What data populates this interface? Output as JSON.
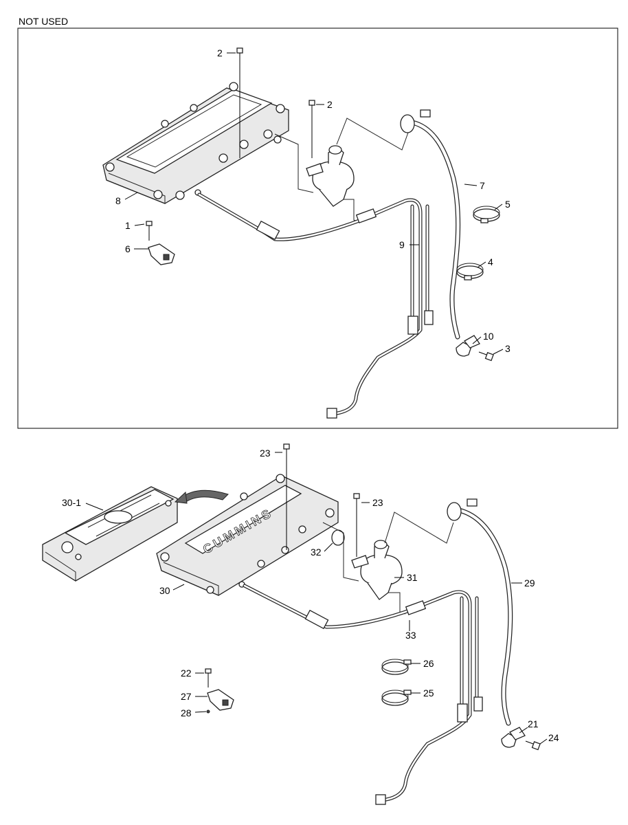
{
  "header": {
    "not_used_label": "NOT USED"
  },
  "callouts_top": [
    "2",
    "2",
    "8",
    "1",
    "6",
    "7",
    "5",
    "9",
    "4",
    "10",
    "3"
  ],
  "callouts_bottom": [
    "23",
    "23",
    "30-1",
    "30",
    "32",
    "31",
    "29",
    "33",
    "26",
    "25",
    "22",
    "27",
    "28",
    "21",
    "24"
  ],
  "cover_text": "CUMMINS"
}
